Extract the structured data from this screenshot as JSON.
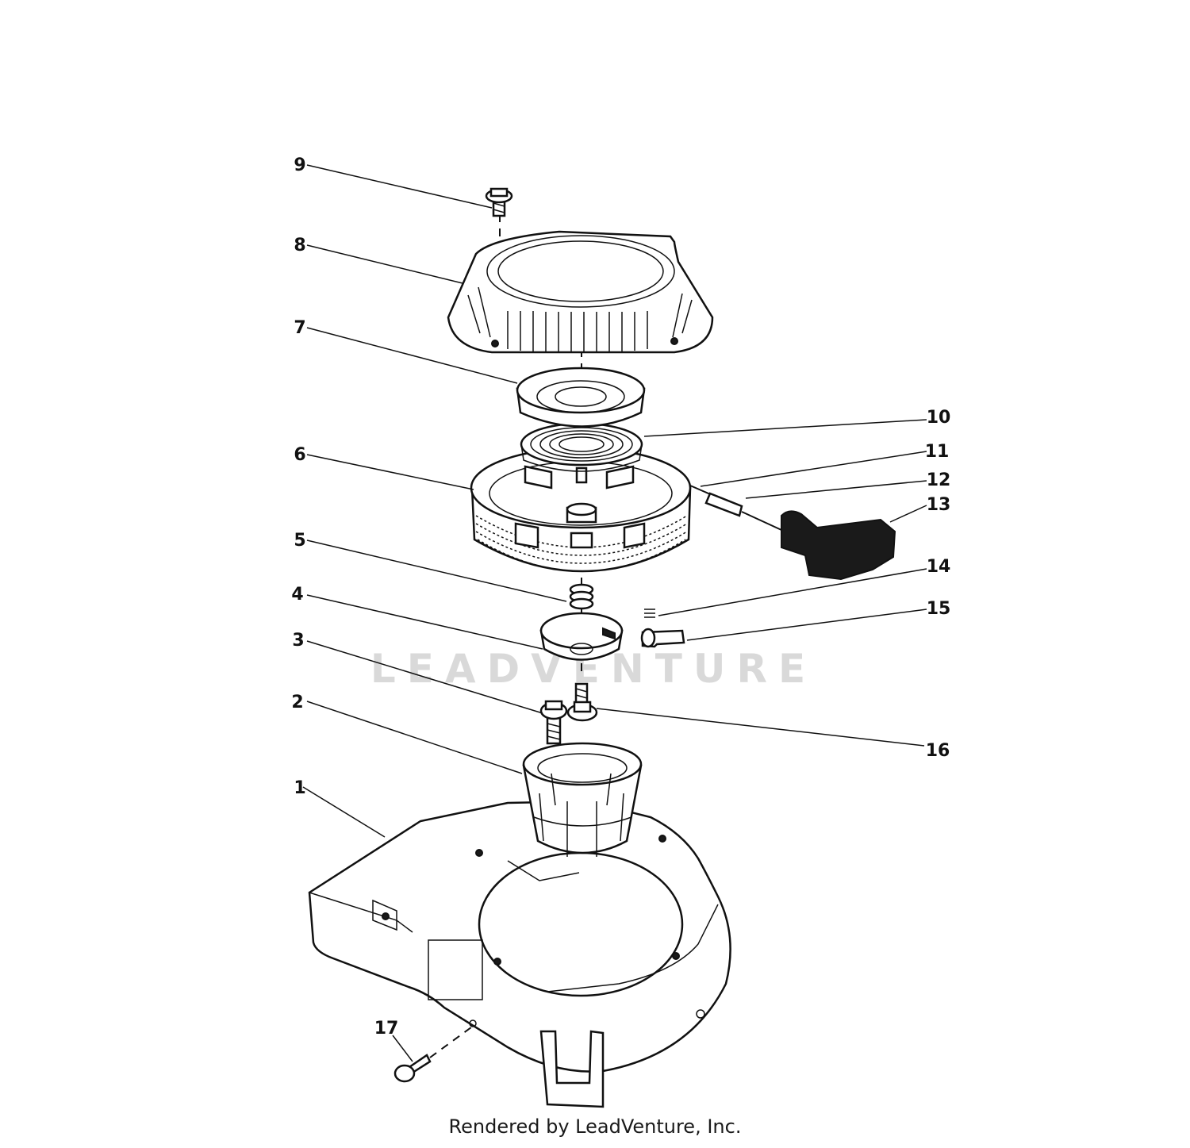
{
  "diagram": {
    "callouts": [
      {
        "id": "1",
        "label": "1"
      },
      {
        "id": "2",
        "label": "2"
      },
      {
        "id": "3",
        "label": "3"
      },
      {
        "id": "4",
        "label": "4"
      },
      {
        "id": "5",
        "label": "5"
      },
      {
        "id": "6",
        "label": "6"
      },
      {
        "id": "7",
        "label": "7"
      },
      {
        "id": "8",
        "label": "8"
      },
      {
        "id": "9",
        "label": "9"
      },
      {
        "id": "10",
        "label": "10"
      },
      {
        "id": "11",
        "label": "11"
      },
      {
        "id": "12",
        "label": "12"
      },
      {
        "id": "13",
        "label": "13"
      },
      {
        "id": "14",
        "label": "14"
      },
      {
        "id": "15",
        "label": "15"
      },
      {
        "id": "16",
        "label": "16"
      },
      {
        "id": "17",
        "label": "17"
      }
    ],
    "watermark": "LEADVENTURE",
    "credit": "Rendered by LeadVenture, Inc."
  }
}
